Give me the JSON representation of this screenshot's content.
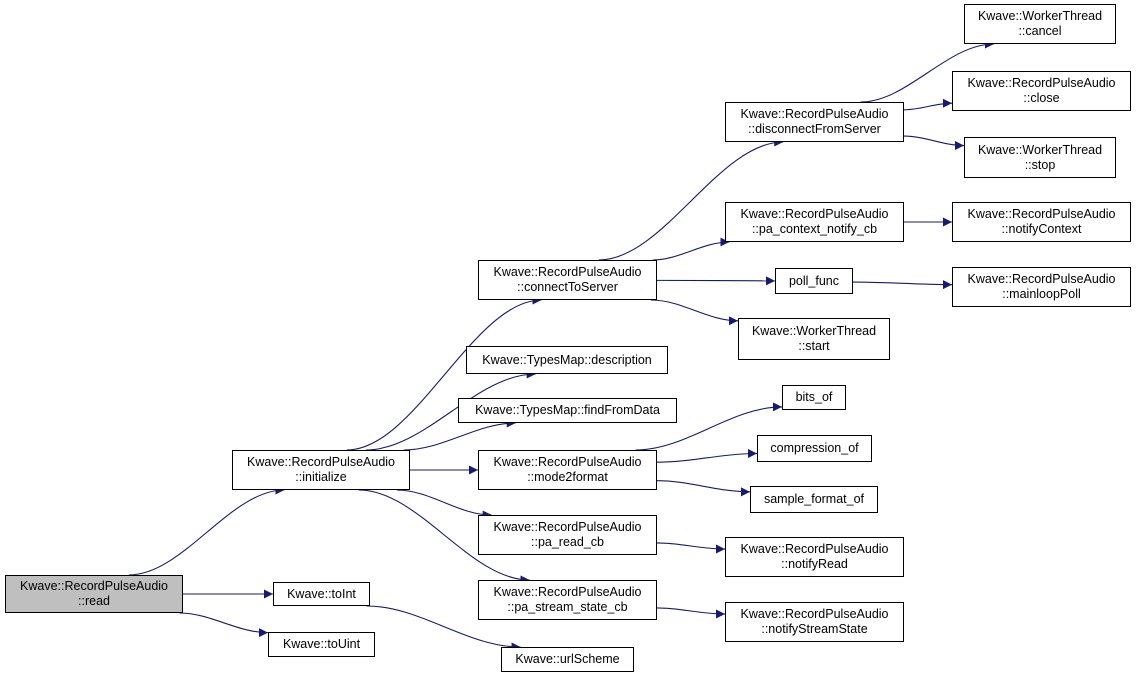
{
  "colors": {
    "edge": "#191970",
    "root_fill": "#bfbfbf",
    "node_fill": "#ffffff",
    "border": "#000000"
  },
  "nodes": {
    "n_read": [
      "Kwave::RecordPulseAudio",
      "::read"
    ],
    "n_initialize": [
      "Kwave::RecordPulseAudio",
      "::initialize"
    ],
    "n_toInt": [
      "Kwave::toInt"
    ],
    "n_toUint": [
      "Kwave::toUint"
    ],
    "n_urlScheme": [
      "Kwave::urlScheme"
    ],
    "n_connectToServer": [
      "Kwave::RecordPulseAudio",
      "::connectToServer"
    ],
    "n_description": [
      "Kwave::TypesMap::description"
    ],
    "n_findFromData": [
      "Kwave::TypesMap::findFromData"
    ],
    "n_mode2format": [
      "Kwave::RecordPulseAudio",
      "::mode2format"
    ],
    "n_pa_read_cb": [
      "Kwave::RecordPulseAudio",
      "::pa_read_cb"
    ],
    "n_pa_stream_state_cb": [
      "Kwave::RecordPulseAudio",
      "::pa_stream_state_cb"
    ],
    "n_disconnectFromServer": [
      "Kwave::RecordPulseAudio",
      "::disconnectFromServer"
    ],
    "n_pa_context_notify_cb": [
      "Kwave::RecordPulseAudio",
      "::pa_context_notify_cb"
    ],
    "n_poll_func": [
      "poll_func"
    ],
    "n_start": [
      "Kwave::WorkerThread",
      "::start"
    ],
    "n_bits_of": [
      "bits_of"
    ],
    "n_compression_of": [
      "compression_of"
    ],
    "n_sample_format_of": [
      "sample_format_of"
    ],
    "n_notifyRead": [
      "Kwave::RecordPulseAudio",
      "::notifyRead"
    ],
    "n_notifyStreamState": [
      "Kwave::RecordPulseAudio",
      "::notifyStreamState"
    ],
    "n_cancel": [
      "Kwave::WorkerThread",
      "::cancel"
    ],
    "n_close": [
      "Kwave::RecordPulseAudio",
      "::close"
    ],
    "n_stop": [
      "Kwave::WorkerThread",
      "::stop"
    ],
    "n_notifyContext": [
      "Kwave::RecordPulseAudio",
      "::notifyContext"
    ],
    "n_mainloopPoll": [
      "Kwave::RecordPulseAudio",
      "::mainloopPoll"
    ]
  },
  "edges": [
    [
      "n_read",
      "n_initialize"
    ],
    [
      "n_read",
      "n_toInt"
    ],
    [
      "n_read",
      "n_toUint"
    ],
    [
      "n_toInt",
      "n_urlScheme"
    ],
    [
      "n_initialize",
      "n_connectToServer"
    ],
    [
      "n_initialize",
      "n_description"
    ],
    [
      "n_initialize",
      "n_findFromData"
    ],
    [
      "n_initialize",
      "n_mode2format"
    ],
    [
      "n_initialize",
      "n_pa_read_cb"
    ],
    [
      "n_initialize",
      "n_pa_stream_state_cb"
    ],
    [
      "n_connectToServer",
      "n_disconnectFromServer"
    ],
    [
      "n_connectToServer",
      "n_pa_context_notify_cb"
    ],
    [
      "n_connectToServer",
      "n_poll_func"
    ],
    [
      "n_connectToServer",
      "n_start"
    ],
    [
      "n_mode2format",
      "n_bits_of"
    ],
    [
      "n_mode2format",
      "n_compression_of"
    ],
    [
      "n_mode2format",
      "n_sample_format_of"
    ],
    [
      "n_pa_read_cb",
      "n_notifyRead"
    ],
    [
      "n_pa_stream_state_cb",
      "n_notifyStreamState"
    ],
    [
      "n_disconnectFromServer",
      "n_cancel"
    ],
    [
      "n_disconnectFromServer",
      "n_close"
    ],
    [
      "n_disconnectFromServer",
      "n_stop"
    ],
    [
      "n_pa_context_notify_cb",
      "n_notifyContext"
    ],
    [
      "n_poll_func",
      "n_mainloopPoll"
    ]
  ]
}
